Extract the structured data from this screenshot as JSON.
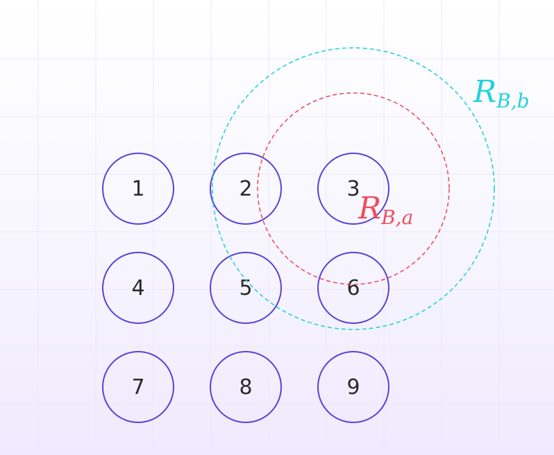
{
  "nodes": [
    {
      "id": "node-1",
      "label": "1"
    },
    {
      "id": "node-2",
      "label": "2"
    },
    {
      "id": "node-3",
      "label": "3"
    },
    {
      "id": "node-4",
      "label": "4"
    },
    {
      "id": "node-5",
      "label": "5"
    },
    {
      "id": "node-6",
      "label": "6"
    },
    {
      "id": "node-7",
      "label": "7"
    },
    {
      "id": "node-8",
      "label": "8"
    },
    {
      "id": "node-9",
      "label": "9"
    }
  ],
  "ranges": {
    "b": {
      "main": "R",
      "sub": "B,b",
      "color": "#1fd3dc"
    },
    "a": {
      "main": "R",
      "sub": "B,a",
      "color": "#ee4d5f"
    }
  },
  "colors": {
    "node_stroke": "#5b3fd6",
    "node_text": "#2a2a2a"
  }
}
